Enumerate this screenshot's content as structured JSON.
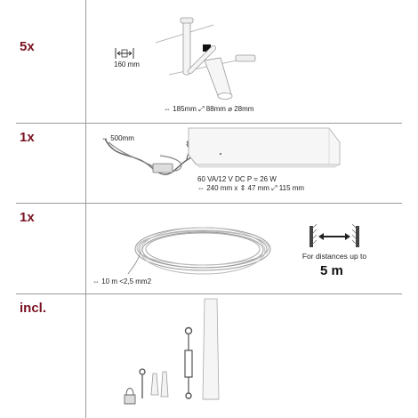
{
  "rows": [
    {
      "qty": "5x",
      "spacing": "160 mm",
      "dims": "⇔ 185mm ⤢ 88mm ⌀ 28mm"
    },
    {
      "qty": "1x",
      "cable": "⇔ 500mm",
      "power": "60 VA/12 V DC     P = 26 W",
      "dims": "⇔ 240 mm x ⇕ 47 mm ⤢ 115 mm"
    },
    {
      "qty": "1x",
      "length": "⇔ 10 m  <2,5 mm2",
      "distance_label": "For distances up to",
      "distance_value": "5 m"
    },
    {
      "qty": "incl."
    }
  ],
  "colors": {
    "qty": "#7a1424",
    "line": "#9a9a9a",
    "product": "#f2f2f2"
  },
  "icons": [
    "spotlight",
    "transformer",
    "cable-coil",
    "wall-distance",
    "accessories"
  ]
}
